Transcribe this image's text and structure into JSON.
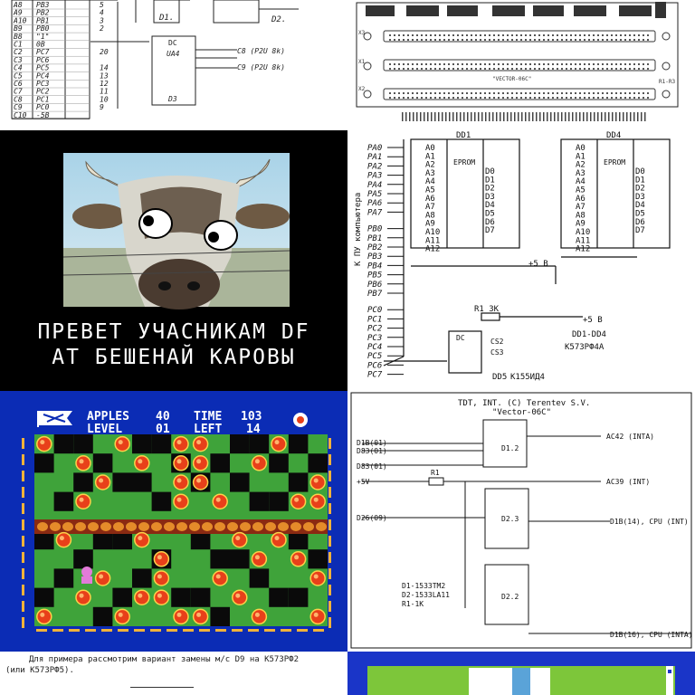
{
  "top_left_schematic": {
    "pins": [
      {
        "num": "A8",
        "sig": "PB3",
        "n": "5"
      },
      {
        "num": "A9",
        "sig": "PB2",
        "n": "4"
      },
      {
        "num": "A10",
        "sig": "PB1",
        "n": "3"
      },
      {
        "num": "B9",
        "sig": "PB0",
        "n": "2"
      },
      {
        "num": "B8",
        "sig": "\"1\"",
        "n": ""
      },
      {
        "num": "C1",
        "sig": "0B",
        "n": ""
      },
      {
        "num": "C2",
        "sig": "PC7",
        "n": "20"
      },
      {
        "num": "C3",
        "sig": "PC6",
        "n": ""
      },
      {
        "num": "C4",
        "sig": "PC5",
        "n": "14"
      },
      {
        "num": "C5",
        "sig": "PC4",
        "n": "13"
      },
      {
        "num": "C6",
        "sig": "PC3",
        "n": "12"
      },
      {
        "num": "C7",
        "sig": "PC2",
        "n": "11"
      },
      {
        "num": "C8",
        "sig": "PC1",
        "n": "10"
      },
      {
        "num": "C9",
        "sig": "PC0",
        "n": "9"
      },
      {
        "num": "C10",
        "sig": "-5B",
        "n": ""
      }
    ],
    "chip_top_left": "D1.",
    "chip_top_right": "D2.",
    "chip_main_type": "DC",
    "chip_main_name": "D3",
    "chip_main_sub": "UA4",
    "outputs": [
      "C8 (P2U 8k)",
      "C9 (P2U 8k)"
    ]
  },
  "top_right_board": {
    "label": "\"VECTOR-06C\"",
    "marks": [
      "X1",
      "X2",
      "X3",
      "R1-R3"
    ]
  },
  "cow_image": {
    "caption_line1": "ПРЕВЕТ УЧАСНИКАМ DF",
    "caption_line2": "АТ БЕШЕНАЙ КАРОВЫ"
  },
  "eprom_schematic": {
    "chip1": "DD1",
    "chip2": "DD4",
    "chip_type": "EPROM",
    "chip_dc": "DD5",
    "side_label": "К ПУ компьютера",
    "resistor": "R1 3К",
    "power": "+5 В",
    "part_line1": "DD1-DD4",
    "part_line2": "К573РФ4А",
    "dc_line": "К155ИД4",
    "cs_labels": [
      "CS2",
      "CS3"
    ],
    "port_pins": [
      "PA0",
      "PA1",
      "PA2",
      "PA3",
      "PA4",
      "PA5",
      "PA6",
      "PA7",
      "PB0",
      "PB1",
      "PB2",
      "PB3",
      "PB4",
      "PB5",
      "PB6",
      "PB7",
      "PC0",
      "PC1",
      "PC2",
      "PC3",
      "PC4",
      "PC5",
      "PC6",
      "PC7"
    ],
    "addr_pins": [
      "A0",
      "A1",
      "A2",
      "A3",
      "A4",
      "A5",
      "A6",
      "A7",
      "A8",
      "A9",
      "A10",
      "A11",
      "A12"
    ],
    "data_pins": [
      "D0",
      "D1",
      "D2",
      "D3",
      "D4",
      "D5",
      "D6",
      "D7"
    ]
  },
  "game": {
    "apples_label": "APPLES",
    "apples_value": "40",
    "time_label": "TIME",
    "time_value": "103",
    "level_label": "LEVEL",
    "level_value": "01",
    "left_label": "LEFT",
    "left_value": "14"
  },
  "tdt_schematic": {
    "title_line1": "TDT, INT. (C) Terentev S.V.",
    "title_line2": "\"Vector-06C\"",
    "inputs": [
      "D1B(01)",
      "D83(01)",
      "D83(01)",
      "+5V",
      "D26(09)"
    ],
    "outputs": [
      "AC42 (INTA)",
      "AC39 (INT)",
      "D1B(14), CPU (INT)",
      "D1B(16), CPU (INTA)"
    ],
    "chips": [
      "D1.2",
      "D2.3",
      "D2.2"
    ],
    "resistor": "R1",
    "legend": [
      "D1-1533TM2",
      "D2-1533LA11",
      "R1-1K"
    ]
  },
  "bottom_text": {
    "line1": "Для примера рассмотрим вариант замены м/с D9 на  К573РФ2",
    "line2": "(или К573РФ5)."
  },
  "colors": {
    "game_bg": "#0b2cb5",
    "grass": "#3fa33a",
    "apple": "#e8401a",
    "bottom_right_bg": "#1a35c8",
    "bottom_right_green": "#7dc63a"
  }
}
